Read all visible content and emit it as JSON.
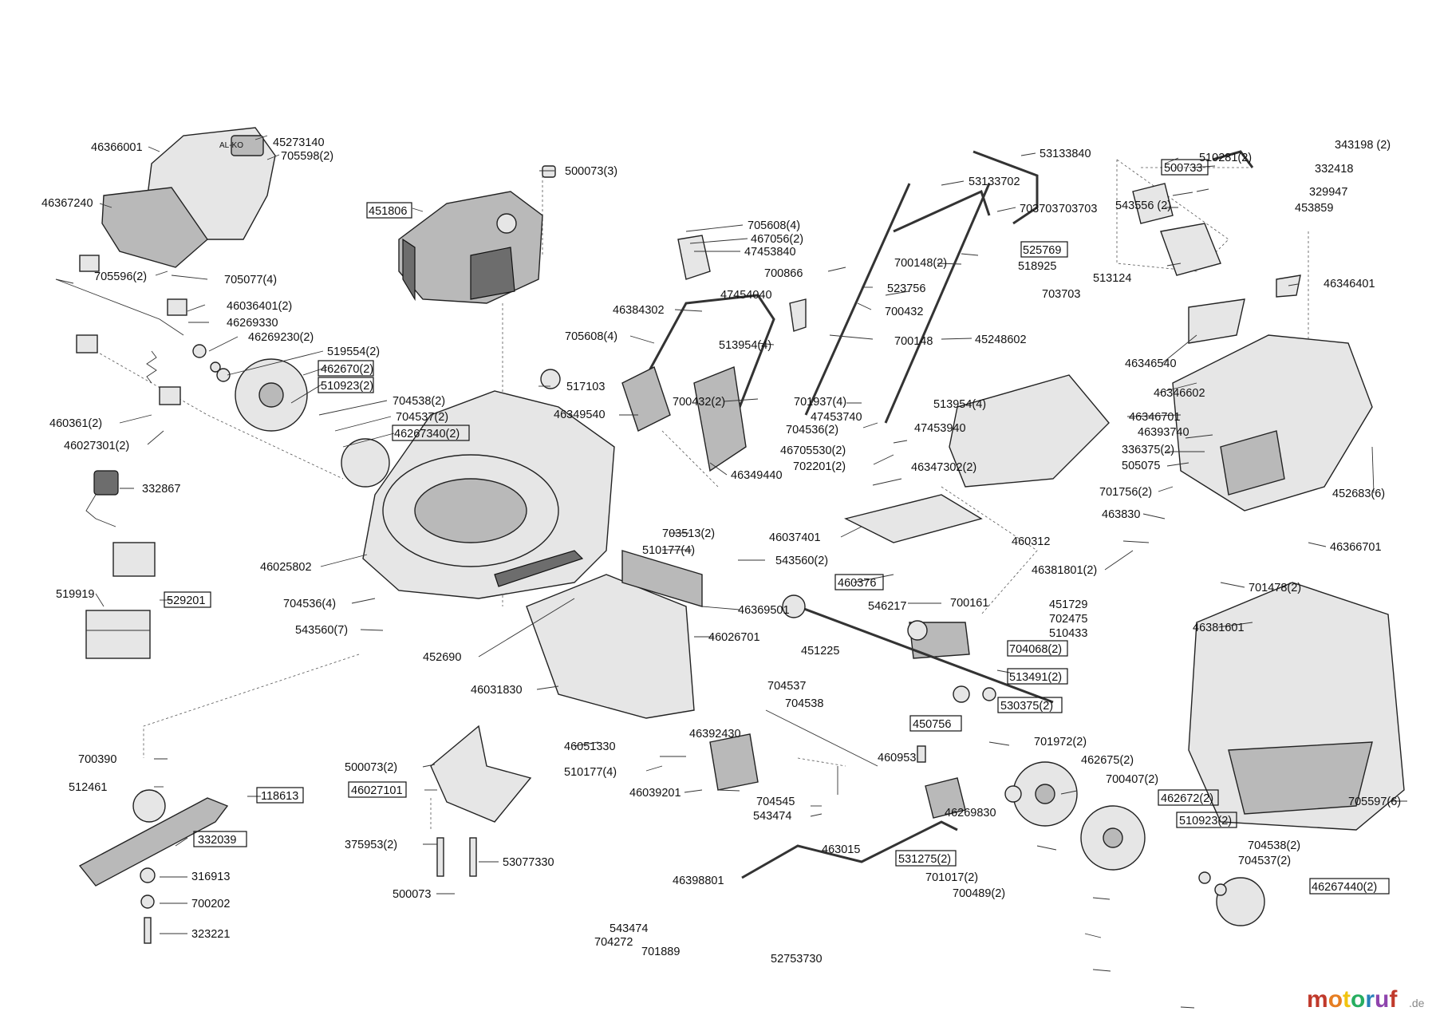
{
  "watermark": {
    "brand": "motoruf",
    "tld": ".de",
    "brand_colors": [
      "#c0392b",
      "#e67e22",
      "#f1c40f",
      "#27ae60",
      "#2980b9",
      "#8e44ad",
      "#c0392b"
    ]
  },
  "parts": [
    {
      "id": "p1",
      "text": "46366001"
    },
    {
      "id": "p2",
      "text": "45273140"
    },
    {
      "id": "p3",
      "text": "705598(2)"
    },
    {
      "id": "p4",
      "text": "46367240"
    },
    {
      "id": "p5",
      "text": "705596(2)"
    },
    {
      "id": "p6",
      "text": "705077(4)"
    },
    {
      "id": "p7",
      "text": "46036401(2)"
    },
    {
      "id": "p8",
      "text": "46269330"
    },
    {
      "id": "p9",
      "text": "46269230(2)"
    },
    {
      "id": "p10",
      "text": "519554(2)"
    },
    {
      "id": "p11",
      "text": "462670(2)"
    },
    {
      "id": "p12",
      "text": "510923(2)"
    },
    {
      "id": "p13",
      "text": "704538(2)"
    },
    {
      "id": "p14",
      "text": "704537(2)"
    },
    {
      "id": "p15",
      "text": "46267340(2)"
    },
    {
      "id": "p16",
      "text": "460361(2)"
    },
    {
      "id": "p17",
      "text": "46027301(2)"
    },
    {
      "id": "p18",
      "text": "332867"
    },
    {
      "id": "p19",
      "text": "519919"
    },
    {
      "id": "p20",
      "text": "529201"
    },
    {
      "id": "p21",
      "text": "451806"
    },
    {
      "id": "p22",
      "text": "500073(3)"
    },
    {
      "id": "p23",
      "text": "517103"
    },
    {
      "id": "p24",
      "text": "46025802"
    },
    {
      "id": "p25",
      "text": "704536(4)"
    },
    {
      "id": "p26",
      "text": "543560(7)"
    },
    {
      "id": "p27",
      "text": "452690"
    },
    {
      "id": "p28",
      "text": "705608(4)"
    },
    {
      "id": "p29",
      "text": "467056(2)"
    },
    {
      "id": "p30",
      "text": "47453840"
    },
    {
      "id": "p31",
      "text": "46384302"
    },
    {
      "id": "p32",
      "text": "705608(4)"
    },
    {
      "id": "p33",
      "text": "513954(4)"
    },
    {
      "id": "p34",
      "text": "700432(2)"
    },
    {
      "id": "p35",
      "text": "46349540"
    },
    {
      "id": "p36",
      "text": "46349440"
    },
    {
      "id": "p37",
      "text": "703513(2)"
    },
    {
      "id": "p38",
      "text": "510177(4)"
    },
    {
      "id": "p39",
      "text": "543560(2)"
    },
    {
      "id": "p40",
      "text": "46369501"
    },
    {
      "id": "p41",
      "text": "46026701"
    },
    {
      "id": "p42",
      "text": "46031830"
    },
    {
      "id": "p43",
      "text": "46051330"
    },
    {
      "id": "p44",
      "text": "46392430"
    },
    {
      "id": "p45",
      "text": "510177(4)"
    },
    {
      "id": "p46",
      "text": "46039201"
    },
    {
      "id": "p47",
      "text": "704537"
    },
    {
      "id": "p48",
      "text": "704538"
    },
    {
      "id": "p49",
      "text": "704545"
    },
    {
      "id": "p50",
      "text": "543474"
    },
    {
      "id": "p51",
      "text": "700390"
    },
    {
      "id": "p52",
      "text": "512461"
    },
    {
      "id": "p53",
      "text": "118613"
    },
    {
      "id": "p54",
      "text": "332039"
    },
    {
      "id": "p55",
      "text": "316913"
    },
    {
      "id": "p56",
      "text": "700202"
    },
    {
      "id": "p57",
      "text": "323221"
    },
    {
      "id": "p58",
      "text": "500073(2)"
    },
    {
      "id": "p59",
      "text": "46027101"
    },
    {
      "id": "p60",
      "text": "375953(2)"
    },
    {
      "id": "p61",
      "text": "53077330"
    },
    {
      "id": "p62",
      "text": "500073"
    },
    {
      "id": "p63",
      "text": "53133840"
    },
    {
      "id": "p64",
      "text": "53133702"
    },
    {
      "id": "p65",
      "text": "703703"
    },
    {
      "id": "p66",
      "text": "525769"
    },
    {
      "id": "p67",
      "text": "518925"
    },
    {
      "id": "p68",
      "text": "700148(2)"
    },
    {
      "id": "p69",
      "text": "700866"
    },
    {
      "id": "p70",
      "text": "523756"
    },
    {
      "id": "p71",
      "text": "703703"
    },
    {
      "id": "p72",
      "text": "47454040"
    },
    {
      "id": "p73",
      "text": "700432"
    },
    {
      "id": "p74",
      "text": "700148"
    },
    {
      "id": "p75",
      "text": "45248602"
    },
    {
      "id": "p76",
      "text": "701937(4)"
    },
    {
      "id": "p77",
      "text": "47453740"
    },
    {
      "id": "p78",
      "text": "704536(2)"
    },
    {
      "id": "p79",
      "text": "513954(4)"
    },
    {
      "id": "p80",
      "text": "47453940"
    },
    {
      "id": "p81",
      "text": "46705530(2)"
    },
    {
      "id": "p82",
      "text": "702201(2)"
    },
    {
      "id": "p83",
      "text": "46347302(2)"
    },
    {
      "id": "p84",
      "text": "46037401"
    },
    {
      "id": "p85",
      "text": "460376"
    },
    {
      "id": "p86",
      "text": "546217"
    },
    {
      "id": "p87",
      "text": "700161"
    },
    {
      "id": "p88",
      "text": "451225"
    },
    {
      "id": "p89",
      "text": "451729"
    },
    {
      "id": "p90",
      "text": "702475"
    },
    {
      "id": "p91",
      "text": "510433"
    },
    {
      "id": "p92",
      "text": "704068(2)"
    },
    {
      "id": "p93",
      "text": "513491(2)"
    },
    {
      "id": "p94",
      "text": "530375(2)"
    },
    {
      "id": "p95",
      "text": "450756"
    },
    {
      "id": "p96",
      "text": "460953"
    },
    {
      "id": "p97",
      "text": "701972(2)"
    },
    {
      "id": "p98",
      "text": "462675(2)"
    },
    {
      "id": "p99",
      "text": "700407(2)"
    },
    {
      "id": "p100",
      "text": "462672(2)"
    },
    {
      "id": "p101",
      "text": "510923(2)"
    },
    {
      "id": "p102",
      "text": "46269830"
    },
    {
      "id": "p103",
      "text": "463015"
    },
    {
      "id": "p104",
      "text": "531275(2)"
    },
    {
      "id": "p105",
      "text": "701017(2)"
    },
    {
      "id": "p106",
      "text": "700489(2)"
    },
    {
      "id": "p107",
      "text": "46398801"
    },
    {
      "id": "p108",
      "text": "543474"
    },
    {
      "id": "p109",
      "text": "704272"
    },
    {
      "id": "p110",
      "text": "701889"
    },
    {
      "id": "p111",
      "text": "52753730"
    },
    {
      "id": "p112",
      "text": "704538(2)"
    },
    {
      "id": "p113",
      "text": "704537(2)"
    },
    {
      "id": "p114",
      "text": "46267440(2)"
    },
    {
      "id": "p115",
      "text": "510281(2)"
    },
    {
      "id": "p116",
      "text": "343198 (2)"
    },
    {
      "id": "p117",
      "text": "332418"
    },
    {
      "id": "p118",
      "text": "500733"
    },
    {
      "id": "p119",
      "text": "329947"
    },
    {
      "id": "p120",
      "text": "543556 (2)"
    },
    {
      "id": "p121",
      "text": "453859"
    },
    {
      "id": "p122",
      "text": "703703"
    },
    {
      "id": "p123",
      "text": "513124"
    },
    {
      "id": "p124",
      "text": "46346401"
    },
    {
      "id": "p125",
      "text": "46346540"
    },
    {
      "id": "p126",
      "text": "46346602"
    },
    {
      "id": "p127",
      "text": "46346701"
    },
    {
      "id": "p128",
      "text": "46393740"
    },
    {
      "id": "p129",
      "text": "336375(2)"
    },
    {
      "id": "p130",
      "text": "505075"
    },
    {
      "id": "p131",
      "text": "452683(6)"
    },
    {
      "id": "p132",
      "text": "701756(2)"
    },
    {
      "id": "p133",
      "text": "463830"
    },
    {
      "id": "p134",
      "text": "460312"
    },
    {
      "id": "p135",
      "text": "46381801(2)"
    },
    {
      "id": "p136",
      "text": "46366701"
    },
    {
      "id": "p137",
      "text": "701478(2)"
    },
    {
      "id": "p138",
      "text": "46381601"
    },
    {
      "id": "p139",
      "text": "705597(6)"
    }
  ]
}
